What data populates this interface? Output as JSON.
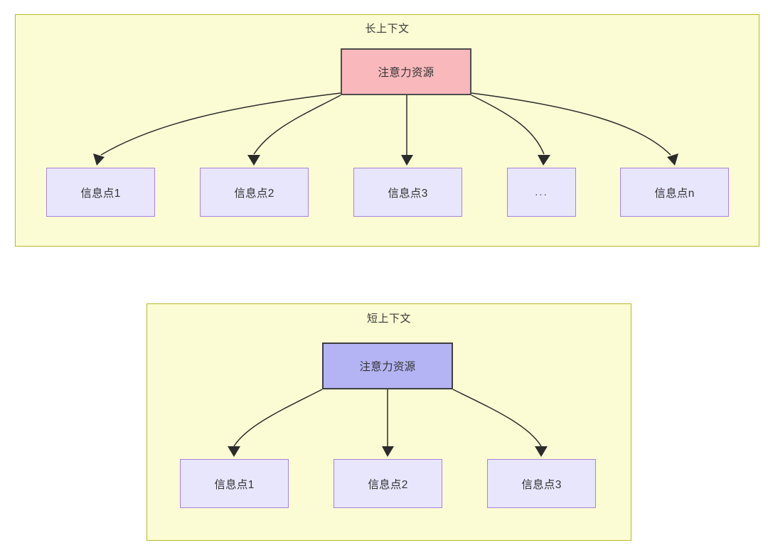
{
  "diagram": {
    "type": "node-edge-diagram",
    "background": "#ffffff",
    "colors": {
      "group_fill": "#FCFCD4",
      "group_border": "#B8B82E",
      "attention_long_fill": "#F8B8BC",
      "attention_long_border": "#4D4D4D",
      "attention_short_fill": "#B4B4F5",
      "attention_short_border": "#3F3F3F",
      "info_fill": "#E8E6FC",
      "info_border": "#A881DE",
      "edge_stroke": "#2B2B2B",
      "text": "#333333"
    },
    "groups": [
      {
        "id": "long-context",
        "title": "长上下文",
        "root": {
          "id": "attention-long",
          "label": "注意力资源"
        },
        "children": [
          {
            "id": "info-point-1",
            "label": "信息点1"
          },
          {
            "id": "info-point-2",
            "label": "信息点2"
          },
          {
            "id": "info-point-3",
            "label": "信息点3"
          },
          {
            "id": "info-point-ellipsis",
            "label": "..."
          },
          {
            "id": "info-point-n",
            "label": "信息点n"
          }
        ]
      },
      {
        "id": "short-context",
        "title": "短上下文",
        "root": {
          "id": "attention-short",
          "label": "注意力资源"
        },
        "children": [
          {
            "id": "short-info-point-1",
            "label": "信息点1"
          },
          {
            "id": "short-info-point-2",
            "label": "信息点2"
          },
          {
            "id": "short-info-point-3",
            "label": "信息点3"
          }
        ]
      }
    ]
  }
}
